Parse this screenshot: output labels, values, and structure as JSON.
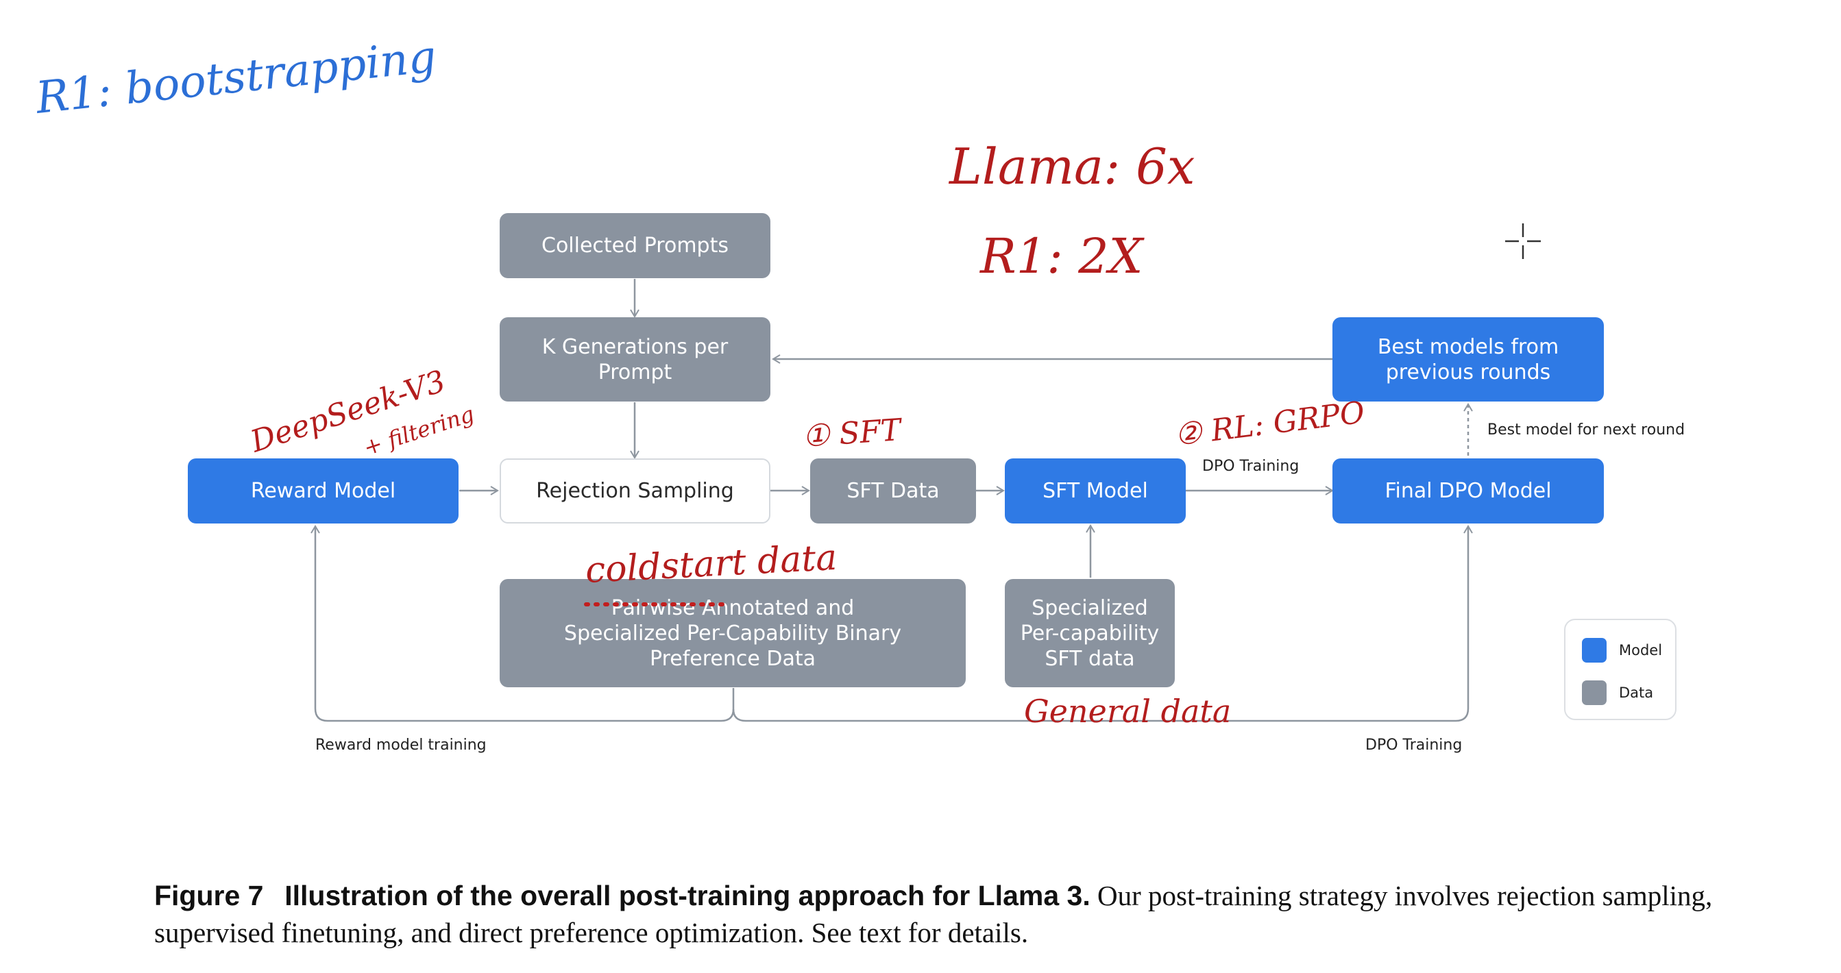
{
  "nodes": {
    "collected_prompts": "Collected Prompts",
    "k_generations_line1": "K Generations per",
    "k_generations_line2": "Prompt",
    "reward_model": "Reward Model",
    "rejection_sampling": "Rejection Sampling",
    "sft_data": "SFT Data",
    "sft_model": "SFT Model",
    "final_dpo_model": "Final DPO Model",
    "best_models_line1": "Best models from",
    "best_models_line2": "previous rounds",
    "pairwise_line1": "Pairwise Annotated and",
    "pairwise_line2": "Specialized Per-Capability Binary",
    "pairwise_line3": "Preference Data",
    "specialized_line1": "Specialized",
    "specialized_line2": "Per-capability",
    "specialized_line3": "SFT data"
  },
  "edge_labels": {
    "dpo_training_top": "DPO Training",
    "best_model_next_round": "Best model for next round",
    "reward_model_training": "Reward model training",
    "dpo_training_bottom": "DPO Training"
  },
  "legend": {
    "model": "Model",
    "data": "Data"
  },
  "colors": {
    "model": "#2f7ae5",
    "data": "#8a939f",
    "annotation_blue": "#2c6fd6",
    "annotation_red": "#b31d1d"
  },
  "annotations": {
    "r1_bootstrapping": "R1: bootstrapping",
    "llama_6x": "Llama: 6x",
    "r1_2x": "R1: 2X",
    "deepseek_v3": "DeepSeek-V3",
    "filtering": "+ filtering",
    "sft_step": "① SFT",
    "rl_grpo": "② RL: GRPO",
    "coldstart_data": "coldstart data",
    "general_data": "General data"
  },
  "caption": {
    "label": "Figure 7",
    "bold": "Illustration of the overall post-training approach for Llama 3.",
    "text": "Our post-training strategy involves rejection sampling, supervised finetuning, and direct preference optimization. See text for details."
  }
}
